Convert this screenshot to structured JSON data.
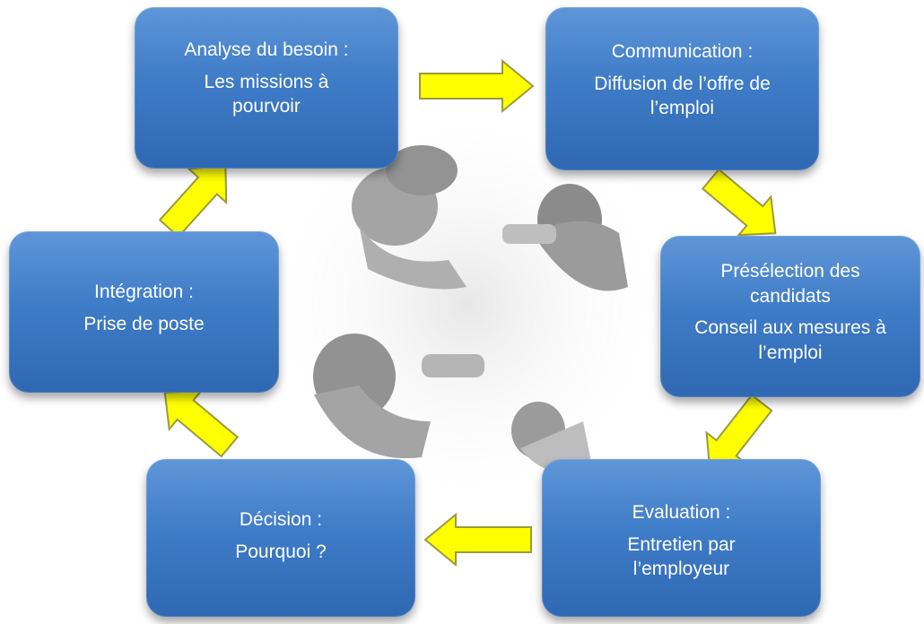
{
  "steps": {
    "analyse": {
      "title": "Analyse du besoin :",
      "body": "Les missions à\npourvoir"
    },
    "communication": {
      "title": "Communication :",
      "body": "Diffusion de l’offre de\nl’emploi"
    },
    "preselection": {
      "title": "Présélection des\ncandidats",
      "body": "Conseil aux mesures à\nl’emploi"
    },
    "evaluation": {
      "title": "Evaluation :",
      "body": "Entretien par\nl’employeur"
    },
    "decision": {
      "title": "Décision :",
      "body": "Pourquoi ?"
    },
    "integration": {
      "title": "Intégration :",
      "body": "Prise de poste"
    }
  },
  "colors": {
    "box_fill": "#3f7cc7",
    "box_text": "#ffffff",
    "arrow_fill": "#ffff00",
    "arrow_stroke": "#9a9a40"
  },
  "background_image": "faded-overhead-photo-of-people-standing-in-circle"
}
